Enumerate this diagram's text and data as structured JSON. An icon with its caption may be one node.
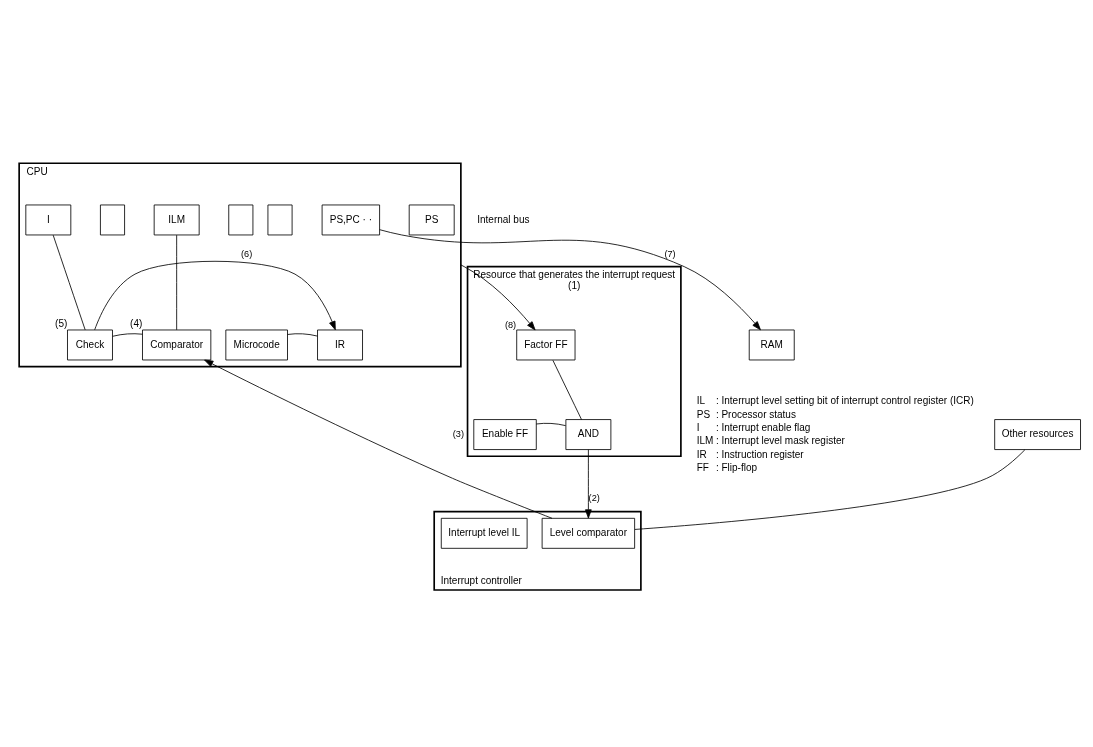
{
  "diagram": {
    "nodes": [
      {
        "text": [
          "CPU"
        ]
      },
      {
        "text": [],
        "shape": "box",
        "in": 0
      },
      {
        "text": [
          "PS,PC · ·"
        ],
        "in": 0
      },
      {
        "text": [
          "Microcode"
        ],
        "in": 0
      },
      {
        "text": [
          "IR"
        ],
        "in": 0
      },
      {
        "text": [
          "PS"
        ],
        "in": 0
      },
      {
        "text": [
          "I"
        ],
        "in": 0
      },
      {
        "text": [],
        "shape": "box",
        "in": 0
      },
      {
        "text": [
          "ILM"
        ],
        "in": 0
      },
      {
        "text": [],
        "shape": "box",
        "in": 0
      },
      {
        "text": [
          "Check"
        ],
        "in": 0,
        "beside": [
          "(5)"
        ]
      },
      {
        "text": [
          "Comparator"
        ],
        "in": 0,
        "beside": [
          "(4)"
        ]
      },
      {
        "text": [
          "Other resources"
        ]
      },
      {
        "text": [
          "Resource that generates the interrupt request"
        ],
        "beside": [
          "(1)"
        ]
      },
      {
        "text": [
          "Enable FF"
        ],
        "in": 13
      },
      {
        "text": [
          "Factor FF"
        ],
        "in": 13
      },
      {
        "text": [
          "AND"
        ],
        "in": 13
      },
      {
        "text": [
          "Interrupt controller"
        ]
      },
      {
        "text": [
          "Level comparator"
        ],
        "in": 17
      },
      {
        "text": [
          "Interrupt level IL"
        ],
        "in": 17
      },
      {
        "text": [
          "RAM"
        ]
      }
    ],
    "edges": [
      {
        "from": 2,
        "to": 20,
        "arrow": "to",
        "label": "(7)"
      },
      {
        "from": 0,
        "to": 15,
        "arrow": "to",
        "label": "(8)"
      },
      {
        "from": 3,
        "to": 4,
        "arrow": "none"
      },
      {
        "from": 10,
        "to": 4,
        "arrow": "to",
        "label": "(6)"
      },
      {
        "from": 6,
        "to": 10,
        "arrow": "none"
      },
      {
        "from": 8,
        "to": 11,
        "arrow": "none"
      },
      {
        "from": 10,
        "to": 11,
        "arrow": "none"
      },
      {
        "from": 18,
        "to": 11,
        "arrow": "to",
        "label": "(3)"
      },
      {
        "from": 12,
        "to": 18,
        "arrow": "none"
      },
      {
        "from": 14,
        "to": 16,
        "arrow": "none"
      },
      {
        "from": 15,
        "to": 16,
        "arrow": "none"
      },
      {
        "from": 16,
        "to": 18,
        "arrow": "to",
        "label": "(2)"
      }
    ],
    "labels": [
      "Internal bus",
      "IL",
      ": Interrupt level setting bit of interrupt control register (ICR)",
      "PS",
      ": Processor status",
      "I",
      ": Interrupt enable flag",
      "ILM",
      ": Interrupt level mask register",
      "IR",
      ": Instruction register",
      "FF",
      ": Flip-flop"
    ]
  }
}
